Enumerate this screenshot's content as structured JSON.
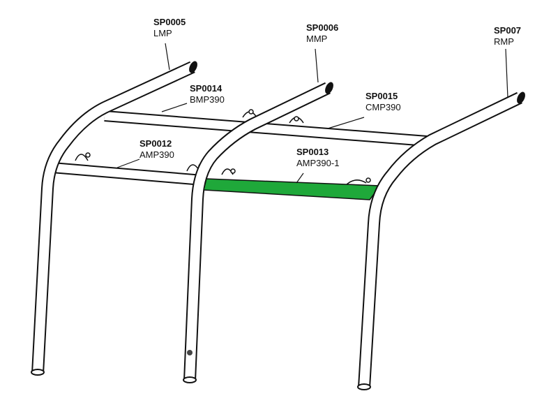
{
  "parts": [
    {
      "code": "SP0005",
      "name": "LMP"
    },
    {
      "code": "SP0006",
      "name": "MMP"
    },
    {
      "code": "SP007",
      "name": "RMP"
    },
    {
      "code": "SP0014",
      "name": "BMP390"
    },
    {
      "code": "SP0015",
      "name": "CMP390"
    },
    {
      "code": "SP0012",
      "name": "AMP390"
    },
    {
      "code": "SP0013",
      "name": "AMP390-1"
    }
  ],
  "highlight_color": "#1fa83a"
}
